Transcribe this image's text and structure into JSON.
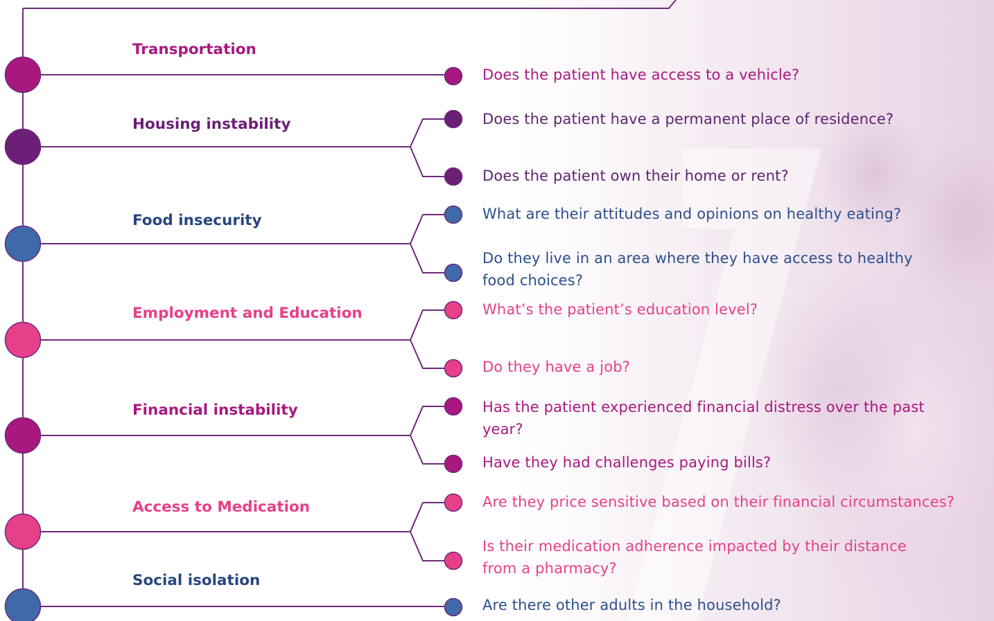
{
  "colors": {
    "magenta": "#a8187f",
    "purple": "#6b1f76",
    "blue": "#3f6aaa",
    "pink": "#e6408a",
    "line": "#6d2a7a",
    "category_blue": "#27477f",
    "question_blue": "#2c4f8c",
    "question_purple": "#5e2470"
  },
  "categories": [
    {
      "label": "Transportation",
      "color": "magenta",
      "questions": [
        {
          "text": "Does the patient have access to a vehicle?"
        }
      ]
    },
    {
      "label": "Housing instability",
      "color": "purple",
      "questions": [
        {
          "text": "Does the patient have a permanent place of residence?"
        },
        {
          "text": "Does the patient own their home or rent?"
        }
      ]
    },
    {
      "label": "Food insecurity",
      "color": "blue",
      "questions": [
        {
          "text": "What are their attitudes and opinions on healthy eating?"
        },
        {
          "text": "Do they live in an area where they have access to healthy food choices?"
        }
      ]
    },
    {
      "label": "Employment and Education",
      "color": "pink",
      "questions": [
        {
          "text": "What’s the patient’s education level?"
        },
        {
          "text": "Do they have a job?"
        }
      ]
    },
    {
      "label": "Financial instability",
      "color": "magenta",
      "questions": [
        {
          "text": "Has the patient experienced financial distress over the past year?"
        },
        {
          "text": "Have they had challenges paying bills?"
        }
      ]
    },
    {
      "label": "Access to Medication",
      "color": "pink",
      "questions": [
        {
          "text": "Are they price sensitive based on their financial circumstances?"
        },
        {
          "text": "Is their medication adherence impacted by their distance from a pharmacy?"
        }
      ]
    },
    {
      "label": "Social isolation",
      "color": "blue",
      "questions": [
        {
          "text": "Are there other adults in the household?"
        }
      ]
    }
  ]
}
